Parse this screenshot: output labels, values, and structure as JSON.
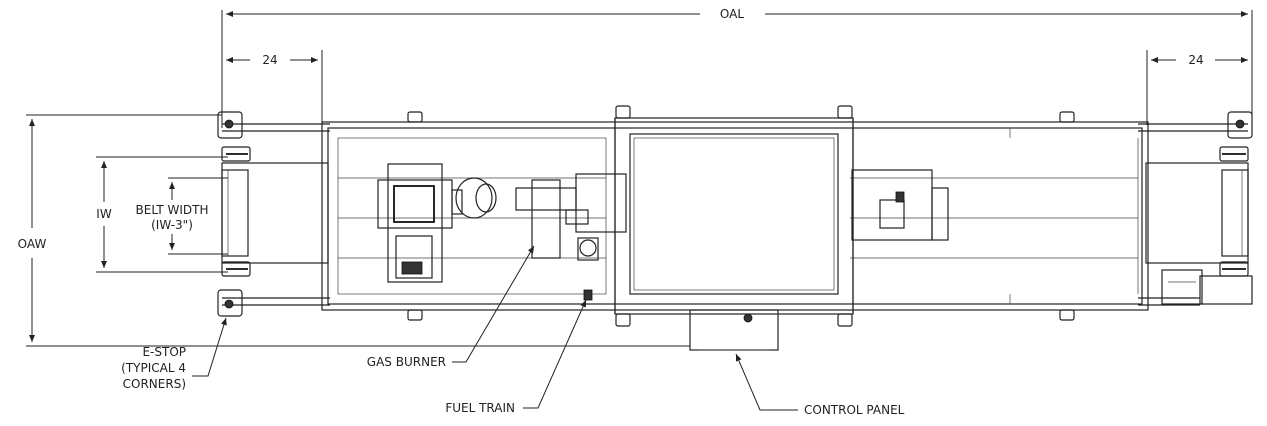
{
  "dimensions": {
    "oal": "OAL",
    "left_offset": "24",
    "right_offset": "24",
    "oaw": "OAW",
    "iw": "IW"
  },
  "labels": {
    "belt_width_line1": "BELT WIDTH",
    "belt_width_line2": "(IW-3\")",
    "estop_line1": "E-STOP",
    "estop_line2": "(TYPICAL 4",
    "estop_line3": "CORNERS)",
    "gas_burner": "GAS BURNER",
    "fuel_train": "FUEL TRAIN",
    "control_panel": "CONTROL PANEL"
  }
}
